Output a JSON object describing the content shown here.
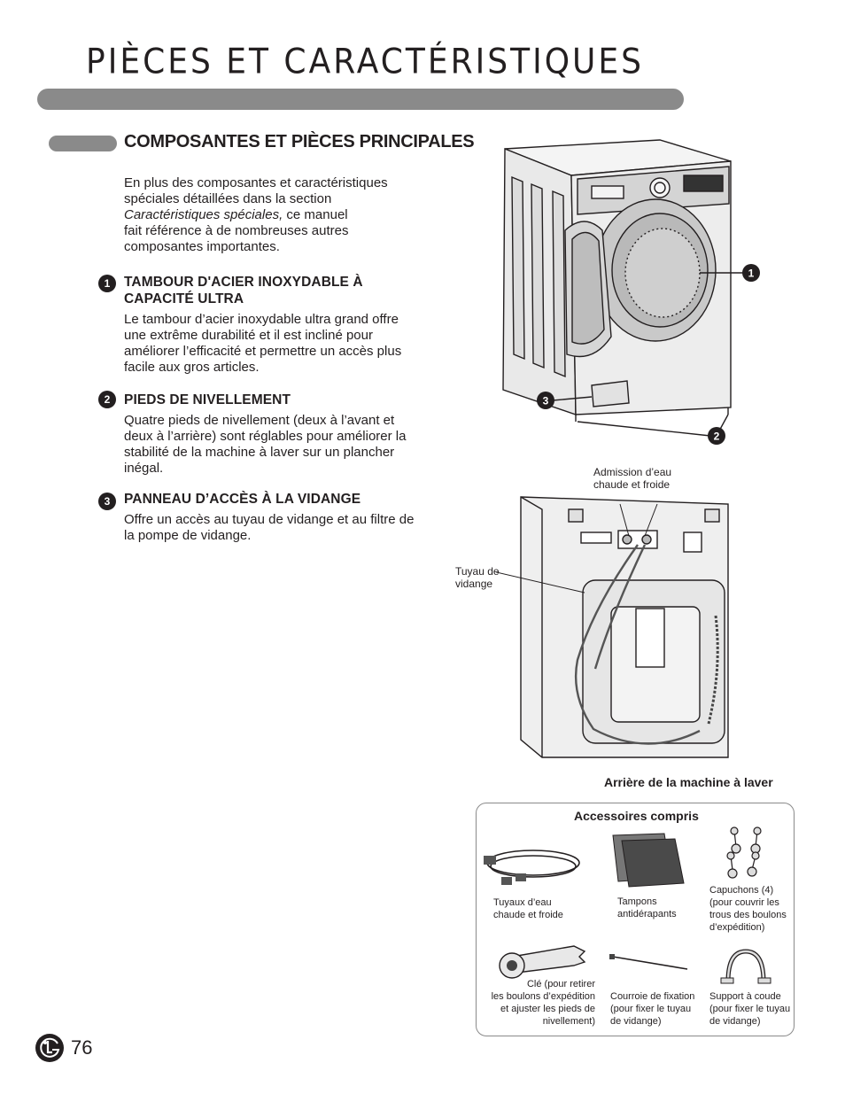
{
  "page": {
    "title": "PIÈCES ET CARACTÉRISTIQUES",
    "page_number": "76"
  },
  "section": {
    "heading": "COMPOSANTES ET PIÈCES PRINCIPALES",
    "intro_line1": "En plus des composantes et caractéristiques",
    "intro_line2": "spéciales détaillées dans la section",
    "intro_italic": "Caractéristiques spéciales,",
    "intro_line3_rest": " ce manuel",
    "intro_line4": "fait référence à de nombreuses autres",
    "intro_line5": "composantes importantes."
  },
  "features": [
    {
      "number": "1",
      "title": "TAMBOUR D'ACIER INOXYDABLE À CAPACITÉ ULTRA",
      "body": "Le tambour d’acier inoxydable ultra grand offre une extrême durabilité et il est incliné pour améliorer l’efficacité et permettre un accès plus facile aux gros articles."
    },
    {
      "number": "2",
      "title": "PIEDS DE NIVELLEMENT",
      "body": "Quatre pieds de nivellement (deux à l’avant et deux à l’arrière) sont réglables pour améliorer la stabilité de la machine à laver sur un plancher inégal."
    },
    {
      "number": "3",
      "title": "PANNEAU D’ACCÈS À LA VIDANGE",
      "body": "Offre un accès au tuyau de vidange et au filtre de la pompe de vidange."
    }
  ],
  "front_diagram": {
    "callouts": [
      "1",
      "3",
      "2"
    ]
  },
  "rear_diagram": {
    "water_inlet_line1": "Admission d’eau",
    "water_inlet_line2": "chaude et froide",
    "drain_hose_line1": "Tuyau de",
    "drain_hose_line2": "vidange",
    "caption": "Arrière de la machine à laver"
  },
  "accessories": {
    "title": "Accessoires compris",
    "items": [
      {
        "line1": "Tuyaux d’eau",
        "line2": "chaude et froide"
      },
      {
        "line1": "Tampons",
        "line2": "antidérapants"
      },
      {
        "line1": "Capuchons (4)",
        "line2": "(pour couvrir les",
        "line3": "trous des boulons",
        "line4": "d’expédition)"
      },
      {
        "line1": "Clé (pour retirer",
        "line2": "les boulons d’expédition",
        "line3": "et ajuster les pieds de",
        "line4": "nivellement)"
      },
      {
        "line1": "Courroie de fixation",
        "line2": "(pour fixer le tuyau",
        "line3": "de vidange)"
      },
      {
        "line1": "Support à coude",
        "line2": "(pour fixer le tuyau",
        "line3": "de vidange)"
      }
    ]
  },
  "icons": [
    "lg-logo-icon",
    "washer-front-illustration",
    "washer-rear-illustration",
    "hoses-icon",
    "pads-icon",
    "caps-icon",
    "wrench-icon",
    "cable-tie-icon",
    "elbow-bracket-icon"
  ]
}
